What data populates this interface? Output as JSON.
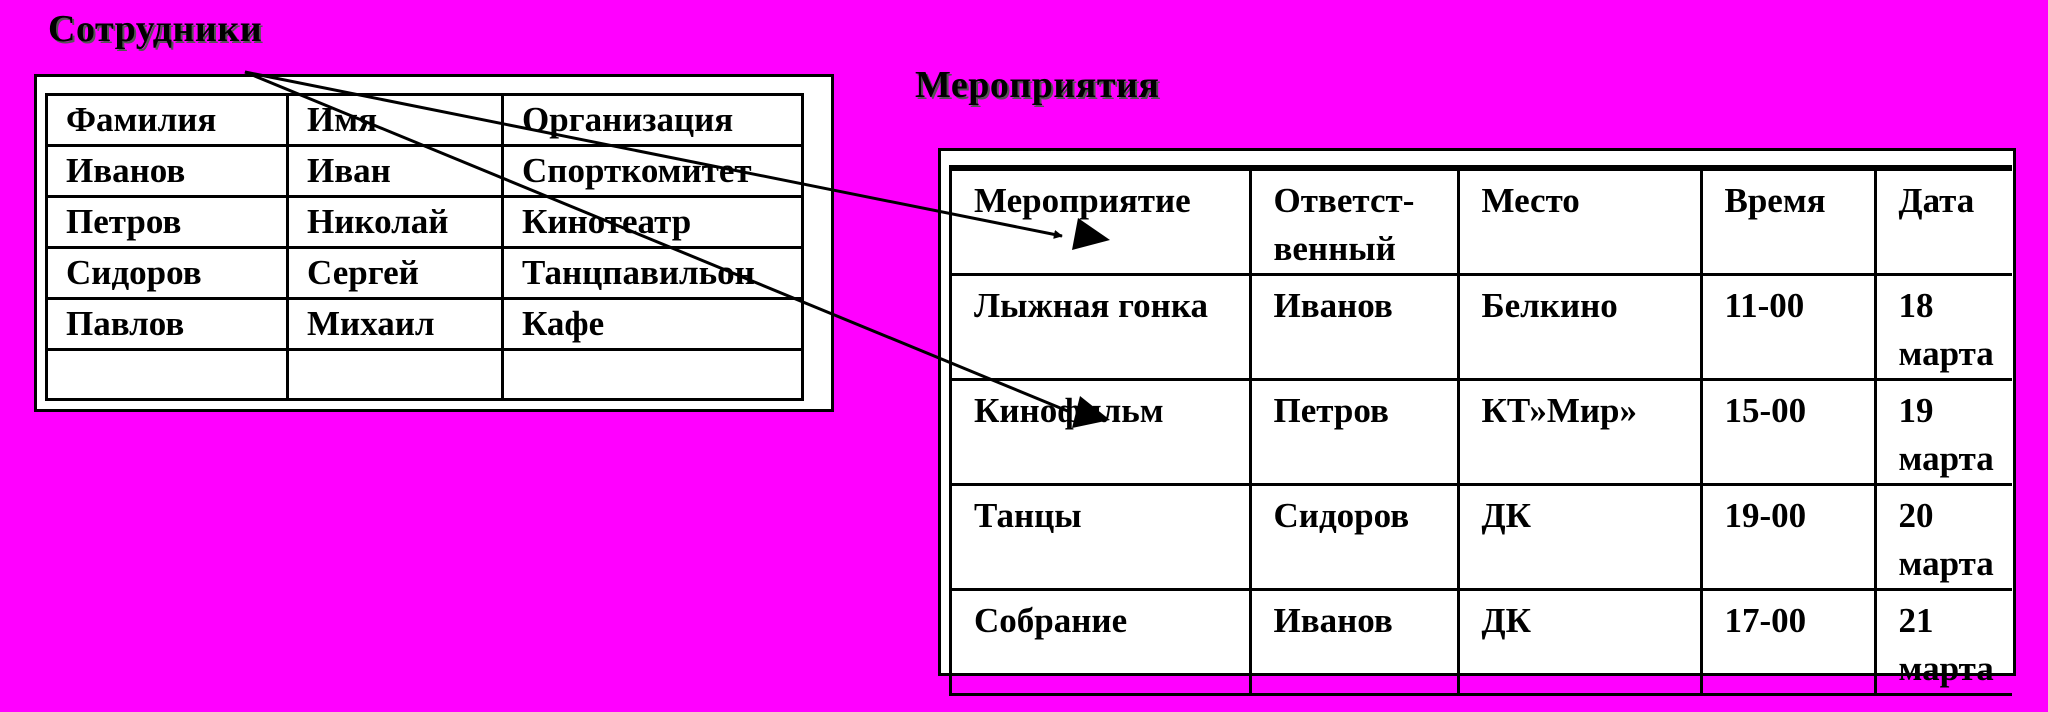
{
  "titles": {
    "employees": "Сотрудники",
    "events": "Мероприятия"
  },
  "employees": {
    "headers": [
      "Фамилия",
      "Имя",
      "Организация"
    ],
    "rows": [
      [
        "Иванов",
        "Иван",
        "Спорткомитет"
      ],
      [
        "Петров",
        "Николай",
        "Кинотеатр"
      ],
      [
        "Сидоров",
        "Сергей",
        "Танцпавильон"
      ],
      [
        "Павлов",
        "Михаил",
        "Кафе"
      ],
      [
        "",
        "",
        ""
      ]
    ]
  },
  "events": {
    "headers": [
      "Мероприятие",
      "Ответст-\nвенный",
      "Место",
      "Время",
      "Дата"
    ],
    "rows": [
      [
        "Лыжная гонка",
        "Иванов",
        "Белкино",
        "11-00",
        "18 марта"
      ],
      [
        "Кинофильм",
        "Петров",
        "КТ»Мир»",
        "15-00",
        "19 марта"
      ],
      [
        "Танцы",
        "Сидоров",
        "ДК",
        "19-00",
        "20 марта"
      ],
      [
        "Собрание",
        "Иванов",
        "ДК",
        "17-00",
        "21 марта"
      ]
    ]
  },
  "colors": {
    "background": "#ff00ff",
    "table_bg": "#ffffff",
    "lines": "#000000"
  }
}
